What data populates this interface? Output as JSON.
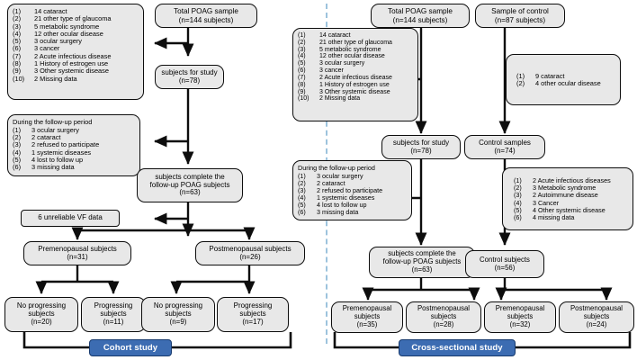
{
  "figure": {
    "type": "flowchart",
    "title": "POAG study participant flow",
    "panels": [
      "Cohort study",
      "Cross-sectional study"
    ]
  },
  "colors": {
    "box_fill": "#e8e8e8",
    "box_border": "#0d0d0d",
    "badge_fill": "#3c6cb2",
    "badge_border": "#173a6e",
    "badge_text": "#ffffff",
    "divider": "#9dc3dd",
    "background": "#ffffff"
  },
  "left": {
    "exclusions_baseline": {
      "items": [
        {
          "idx": "(1)",
          "txt": "14 cataract"
        },
        {
          "idx": "(2)",
          "txt": "21 other type of glaucoma"
        },
        {
          "idx": "(3)",
          "txt": "5 metabolic syndrome"
        },
        {
          "idx": "(4)",
          "txt": "12 other  ocular disease"
        },
        {
          "idx": "(5)",
          "txt": "3 ocular surgery"
        },
        {
          "idx": "(6)",
          "txt": "3 cancer"
        },
        {
          "idx": "(7)",
          "txt": "2 Acute infectious disease"
        },
        {
          "idx": "(8)",
          "txt": "1 History of estrogen use"
        },
        {
          "idx": "(9)",
          "txt": "3 Other systemic disease"
        },
        {
          "idx": "(10)",
          "txt": "2 Missing data"
        }
      ]
    },
    "total_sample": {
      "line1": "Total POAG sample",
      "line2": "(n=144 subjects)"
    },
    "subjects_for_study": {
      "line1": "subjects for study",
      "line2": "(n=78)"
    },
    "followup_exclusions": {
      "header": "During the follow-up period",
      "items": [
        {
          "idx": "(1)",
          "txt": "3 ocular surgery"
        },
        {
          "idx": "(2)",
          "txt": "2 cataract"
        },
        {
          "idx": "(3)",
          "txt": "2 refused to participate"
        },
        {
          "idx": "(4)",
          "txt": "1 systemic diseases"
        },
        {
          "idx": "(5)",
          "txt": "4 lost to follow up"
        },
        {
          "idx": "(6)",
          "txt": "3 missing data"
        }
      ]
    },
    "complete_followup": {
      "line1": "subjects complete the",
      "line2": "follow-up POAG subjects",
      "line3": "(n=63)"
    },
    "unreliable_vf": {
      "line1": "6 unreliable VF data"
    },
    "premenopausal": {
      "line1": "Premenopausal subjects",
      "line2": "(n=31)"
    },
    "postmenopausal": {
      "line1": "Postmenopausal subjects",
      "line2": "(n=26)"
    },
    "outcomes": [
      {
        "line1": "No progressing",
        "line2": "subjects",
        "line3": "(n=20)"
      },
      {
        "line1": "Progressing",
        "line2": "subjects",
        "line3": "(n=11)"
      },
      {
        "line1": "No progressing",
        "line2": "subjects",
        "line3": "(n=9)"
      },
      {
        "line1": "Progressing",
        "line2": "subjects",
        "line3": "(n=17)"
      }
    ],
    "study_badge": "Cohort study"
  },
  "right": {
    "total_sample": {
      "line1": "Total POAG sample",
      "line2": "(n=144 subjects)"
    },
    "control_sample": {
      "line1": "Sample of control",
      "line2": "(n=87 subjects)"
    },
    "exclusions_baseline": {
      "items": [
        {
          "idx": "(1)",
          "txt": "14 cataract"
        },
        {
          "idx": "(2)",
          "txt": "21 other type of glaucoma"
        },
        {
          "idx": "(3)",
          "txt": "5 metabolic syndrome"
        },
        {
          "idx": "(4)",
          "txt": "12 other  ocular disease"
        },
        {
          "idx": "(5)",
          "txt": "3 ocular surgery"
        },
        {
          "idx": "(6)",
          "txt": "3 cancer"
        },
        {
          "idx": "(7)",
          "txt": "2 Acute infectious disease"
        },
        {
          "idx": "(8)",
          "txt": "1 History of estrogen use"
        },
        {
          "idx": "(9)",
          "txt": "3 Other systemic disease"
        },
        {
          "idx": "(10)",
          "txt": "2 Missing data"
        }
      ]
    },
    "control_exclusions_baseline": {
      "items": [
        {
          "idx": "(1)",
          "txt": "9 cataract"
        },
        {
          "idx": "(2)",
          "txt": "4 other ocular disease"
        }
      ]
    },
    "subjects_for_study": {
      "line1": "subjects for study",
      "line2": "(n=78)"
    },
    "control_samples": {
      "line1": "Control samples",
      "line2": "(n=74)"
    },
    "followup_exclusions": {
      "header": "During the follow-up period",
      "items": [
        {
          "idx": "(1)",
          "txt": "3 ocular surgery"
        },
        {
          "idx": "(2)",
          "txt": "2 cataract"
        },
        {
          "idx": "(3)",
          "txt": "2 refused to participate"
        },
        {
          "idx": "(4)",
          "txt": "1 systemic diseases"
        },
        {
          "idx": "(5)",
          "txt": "4 lost to follow up"
        },
        {
          "idx": "(6)",
          "txt": "3 missing data"
        }
      ]
    },
    "control_exclusions_followup": {
      "items": [
        {
          "idx": "(1)",
          "txt": "2 Acute infectious diseases"
        },
        {
          "idx": "(2)",
          "txt": "3 Metabolic syndrome"
        },
        {
          "idx": "(3)",
          "txt": "2 Autoimmune disease"
        },
        {
          "idx": "(4)",
          "txt": "3 Cancer"
        },
        {
          "idx": "(5)",
          "txt": "4 Other systemic disease"
        },
        {
          "idx": "(6)",
          "txt": "4 missing data"
        }
      ]
    },
    "complete_followup": {
      "line1": "subjects complete the",
      "line2": "follow-up POAG subjects",
      "line3": "(n=63)"
    },
    "control_subjects": {
      "line1": "Control subjects",
      "line2": "(n=56)"
    },
    "groups": [
      {
        "line1": "Premenopausal",
        "line2": "subjects",
        "line3": "(n=35)"
      },
      {
        "line1": "Postmenopausal",
        "line2": "subjects",
        "line3": "(n=28)"
      },
      {
        "line1": "Premenopausal",
        "line2": "subjects",
        "line3": "(n=32)"
      },
      {
        "line1": "Postmenopausal",
        "line2": "subjects",
        "line3": "(n=24)"
      }
    ],
    "study_badge": "Cross-sectional study"
  }
}
